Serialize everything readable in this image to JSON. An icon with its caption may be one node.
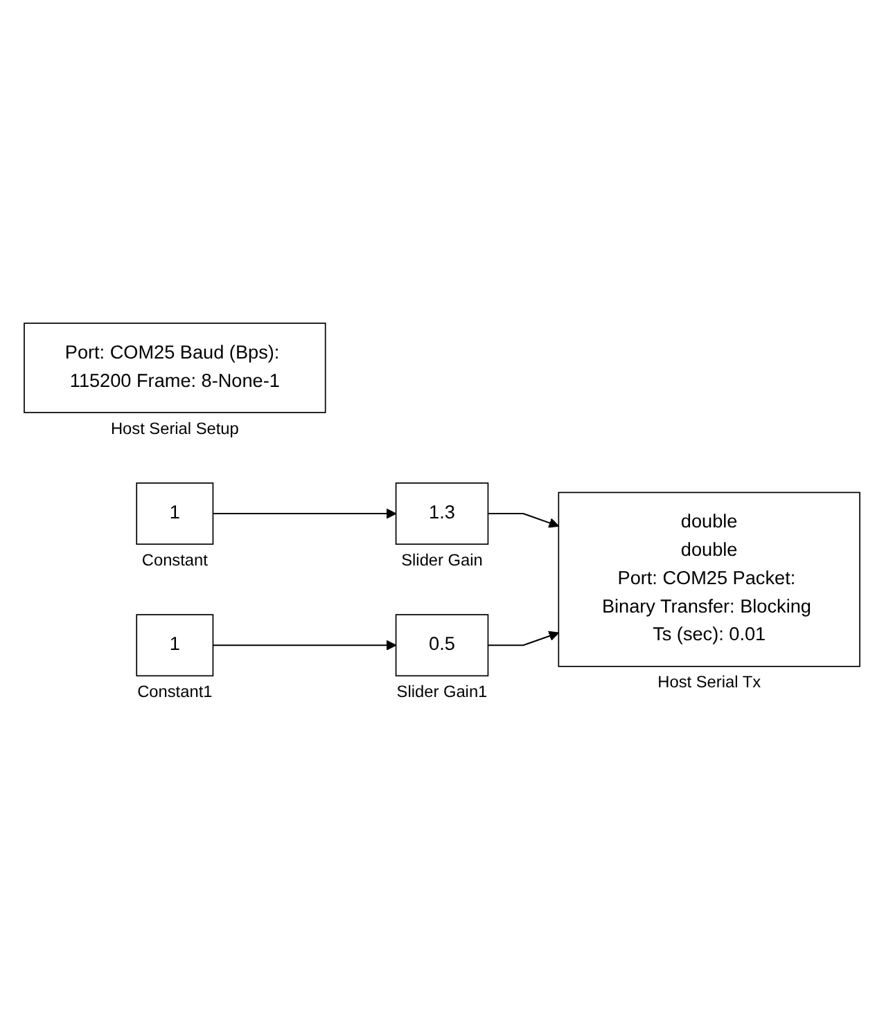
{
  "diagram": {
    "nodes": [
      {
        "text": [
          "Port: COM25 Baud (Bps): 115200 Frame: 8-None-1"
        ],
        "beside": [
          "Host Serial Setup"
        ]
      },
      {
        "text": [
          "1"
        ],
        "beside": [
          "Constant"
        ]
      },
      {
        "text": [
          "1.3"
        ],
        "beside": [
          "Slider Gain"
        ]
      },
      {
        "text": [
          "double",
          "double",
          "Port: COM25 Packet: Binary Transfer: Blocking Ts (sec): 0.01"
        ],
        "beside": [
          "Host Serial Tx"
        ]
      },
      {
        "text": [
          "1"
        ],
        "beside": [
          "Constant1"
        ]
      },
      {
        "text": [
          "0.5"
        ],
        "beside": [
          "Slider Gain1"
        ]
      }
    ],
    "edges": [
      {
        "from": 1,
        "to": 2,
        "arrow": "to"
      },
      {
        "from": 2,
        "to": 3,
        "arrow": "to"
      },
      {
        "from": 4,
        "to": 5,
        "arrow": "to"
      },
      {
        "from": 5,
        "to": 3,
        "arrow": "to"
      }
    ]
  }
}
